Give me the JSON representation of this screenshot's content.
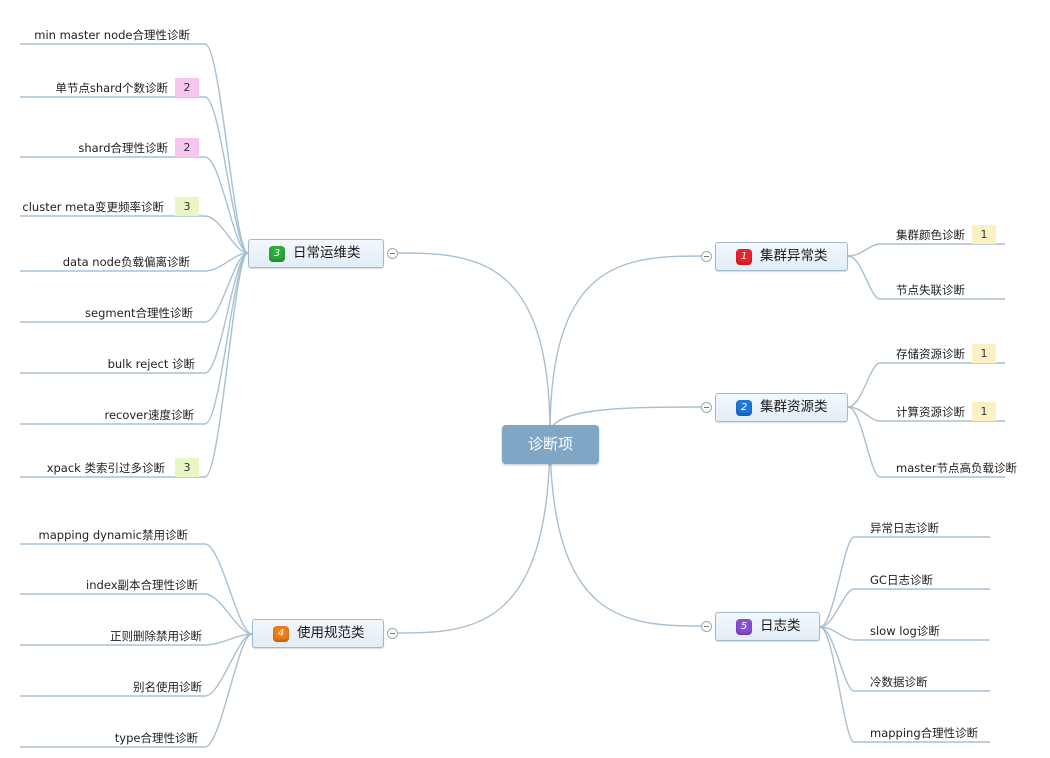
{
  "center": "诊断项",
  "branches": [
    {
      "id": "b1",
      "name": "集群异常类",
      "num": "1",
      "color": "#e8232b",
      "leaves": [
        {
          "label": "集群颜色诊断",
          "badge": "1",
          "badge_type": "yellow"
        },
        {
          "label": "节点失联诊断"
        }
      ]
    },
    {
      "id": "b2",
      "name": "集群资源类",
      "num": "2",
      "color": "#1f77d8",
      "leaves": [
        {
          "label": "存储资源诊断",
          "badge": "1",
          "badge_type": "yellow"
        },
        {
          "label": "计算资源诊断",
          "badge": "1",
          "badge_type": "yellow"
        },
        {
          "label": "master节点高负载诊断"
        }
      ]
    },
    {
      "id": "b3",
      "name": "日常运维类",
      "num": "3",
      "color": "#2faa3b",
      "leaves": [
        {
          "label": "min master node合理性诊断"
        },
        {
          "label": "单节点shard个数诊断",
          "badge": "2",
          "badge_type": "pink"
        },
        {
          "label": "shard合理性诊断",
          "badge": "2",
          "badge_type": "pink"
        },
        {
          "label": "cluster meta变更频率诊断",
          "badge": "3",
          "badge_type": "green"
        },
        {
          "label": "data node负载偏离诊断"
        },
        {
          "label": "segment合理性诊断"
        },
        {
          "label": "bulk reject 诊断"
        },
        {
          "label": "recover速度诊断"
        },
        {
          "label": "xpack 类索引过多诊断",
          "badge": "3",
          "badge_type": "green"
        }
      ]
    },
    {
      "id": "b4",
      "name": "使用规范类",
      "num": "4",
      "color": "#f07d18",
      "leaves": [
        {
          "label": "mapping dynamic禁用诊断"
        },
        {
          "label": "index副本合理性诊断"
        },
        {
          "label": "正则删除禁用诊断"
        },
        {
          "label": "别名使用诊断"
        },
        {
          "label": "type合理性诊断"
        }
      ]
    },
    {
      "id": "b5",
      "name": "日志类",
      "num": "5",
      "color": "#8a4fd6",
      "leaves": [
        {
          "label": "异常日志诊断"
        },
        {
          "label": "GC日志诊断"
        },
        {
          "label": "slow log诊断"
        },
        {
          "label": "冷数据诊断"
        },
        {
          "label": "mapping合理性诊断"
        }
      ]
    }
  ]
}
